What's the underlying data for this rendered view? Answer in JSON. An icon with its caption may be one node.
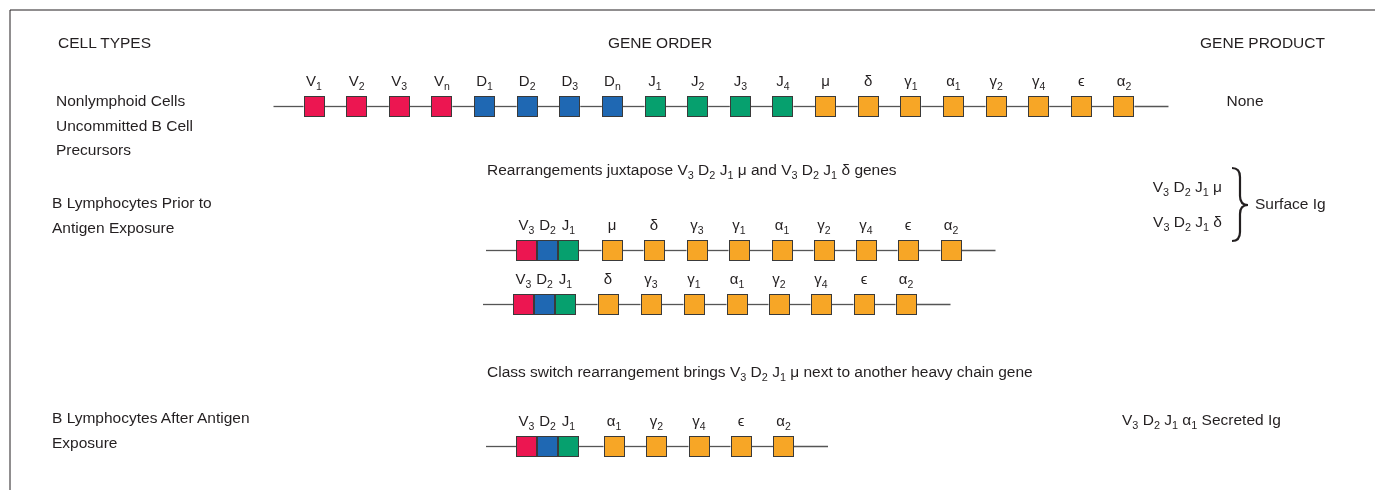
{
  "diagram": {
    "nodes": [
      {
        "text": [
          "V$_{1}$"
        ]
      },
      {
        "text": [
          "V$_{2}$"
        ]
      },
      {
        "text": [
          "V$_{3}$"
        ]
      },
      {
        "text": [
          "V$_{n}$"
        ]
      },
      {
        "text": [
          "D$_{1}$"
        ]
      },
      {
        "text": [
          "D$_{2}$"
        ]
      },
      {
        "text": [
          "D$_{3}$"
        ]
      },
      {
        "text": [
          "D$_{n}$"
        ]
      },
      {
        "text": [
          "J$_{1}$"
        ]
      },
      {
        "text": [
          "J$_{2}$"
        ]
      },
      {
        "text": [
          "J$_{3}$"
        ]
      },
      {
        "text": [
          "J$_{4}$"
        ]
      },
      {
        "text": [
          "μ"
        ]
      },
      {
        "text": [
          "δ"
        ]
      },
      {
        "text": [
          "γ$_{1}$"
        ]
      },
      {
        "text": [
          "α$_{1}$"
        ]
      },
      {
        "text": [
          "γ$_{2}$"
        ]
      },
      {
        "text": [
          "γ$_{4}$"
        ]
      },
      {
        "text": [
          "ϵ"
        ]
      },
      {
        "text": [
          "α$_{2}$"
        ]
      },
      {
        "text": [
          "V$_{3}$"
        ]
      },
      {
        "text": [
          "D$_{2}$"
        ]
      },
      {
        "text": [
          "J$_{1}$"
        ]
      },
      {
        "text": [
          "μ"
        ]
      },
      {
        "text": [
          "δ"
        ]
      },
      {
        "text": [
          "γ$_{3}$"
        ]
      },
      {
        "text": [
          "γ$_{1}$"
        ]
      },
      {
        "text": [
          "α$_{1}$"
        ]
      },
      {
        "text": [
          "γ$_{2}$"
        ]
      },
      {
        "text": [
          "γ$_{4}$"
        ]
      },
      {
        "text": [
          "ϵ"
        ]
      },
      {
        "text": [
          "α$_{2}$"
        ]
      },
      {
        "text": [
          "V$_{3}$"
        ]
      },
      {
        "text": [
          "D$_{2}$"
        ]
      },
      {
        "text": [
          "J$_{1}$"
        ]
      },
      {
        "text": [
          "δ"
        ]
      },
      {
        "text": [
          "γ$_{3}$"
        ]
      },
      {
        "text": [
          "γ$_{1}$"
        ]
      },
      {
        "text": [
          "α$_{1}$"
        ]
      },
      {
        "text": [
          "γ$_{2}$"
        ]
      },
      {
        "text": [
          "γ$_{4}$"
        ]
      },
      {
        "text": [
          "ϵ"
        ]
      },
      {
        "text": [
          "α$_{2}$"
        ]
      },
      {
        "text": [
          "V$_{3}$"
        ]
      },
      {
        "text": [
          "D$_{2}$"
        ]
      },
      {
        "text": [
          "J$_{1}$"
        ]
      },
      {
        "text": [
          "α$_{1}$"
        ]
      },
      {
        "text": [
          "γ$_{2}$"
        ]
      },
      {
        "text": [
          "γ$_{4}$"
        ]
      },
      {
        "text": [
          "ϵ"
        ]
      },
      {
        "text": [
          "α$_{2}$"
        ]
      }
    ],
    "edges": [
      {
        "from": null,
        "to": 0,
        "arrow": "none"
      },
      {
        "from": 0,
        "to": 1,
        "arrow": "none"
      },
      {
        "from": 1,
        "to": 2,
        "arrow": "none"
      },
      {
        "from": 2,
        "to": 3,
        "arrow": "none"
      },
      {
        "from": 3,
        "to": 4,
        "arrow": "none"
      },
      {
        "from": 4,
        "to": 5,
        "arrow": "none"
      },
      {
        "from": 5,
        "to": 6,
        "arrow": "none"
      },
      {
        "from": 6,
        "to": 7,
        "arrow": "none"
      },
      {
        "from": 7,
        "to": 8,
        "arrow": "none"
      },
      {
        "from": 8,
        "to": 9,
        "arrow": "none"
      },
      {
        "from": 9,
        "to": 10,
        "arrow": "none"
      },
      {
        "from": 10,
        "to": 11,
        "arrow": "none"
      },
      {
        "from": 11,
        "to": 12,
        "arrow": "none"
      },
      {
        "from": 12,
        "to": 13,
        "arrow": "none"
      },
      {
        "from": 13,
        "to": 14,
        "arrow": "none"
      },
      {
        "from": 14,
        "to": 15,
        "arrow": "none"
      },
      {
        "from": 15,
        "to": 16,
        "arrow": "none"
      },
      {
        "from": 16,
        "to": 17,
        "arrow": "none"
      },
      {
        "from": 17,
        "to": 18,
        "arrow": "none"
      },
      {
        "from": 18,
        "to": 19,
        "arrow": "none"
      },
      {
        "from": 19,
        "to": null,
        "arrow": "none"
      },
      {
        "from": null,
        "to": 20,
        "arrow": "none"
      },
      {
        "from": 22,
        "to": 23,
        "arrow": "none"
      },
      {
        "from": 23,
        "to": 24,
        "arrow": "none"
      },
      {
        "from": 24,
        "to": 25,
        "arrow": "none"
      },
      {
        "from": 25,
        "to": 26,
        "arrow": "none"
      },
      {
        "from": 26,
        "to": 27,
        "arrow": "none"
      },
      {
        "from": 27,
        "to": 28,
        "arrow": "none"
      },
      {
        "from": 28,
        "to": 29,
        "arrow": "none"
      },
      {
        "from": 29,
        "to": 30,
        "arrow": "none"
      },
      {
        "from": 30,
        "to": 31,
        "arrow": "none"
      },
      {
        "from": 31,
        "to": null,
        "arrow": "none"
      },
      {
        "from": null,
        "to": 32,
        "arrow": "none"
      },
      {
        "from": 34,
        "to": 35,
        "arrow": "none"
      },
      {
        "from": 35,
        "to": 36,
        "arrow": "none"
      },
      {
        "from": 36,
        "to": 37,
        "arrow": "none"
      },
      {
        "from": 37,
        "to": 38,
        "arrow": "none"
      },
      {
        "from": 38,
        "to": 39,
        "arrow": "none"
      },
      {
        "from": 39,
        "to": 40,
        "arrow": "none"
      },
      {
        "from": 40,
        "to": 41,
        "arrow": "none"
      },
      {
        "from": 41,
        "to": 42,
        "arrow": "none"
      },
      {
        "from": 42,
        "to": null,
        "arrow": "none"
      },
      {
        "from": null,
        "to": 43,
        "arrow": "none"
      },
      {
        "from": 45,
        "to": 46,
        "arrow": "none"
      },
      {
        "from": 46,
        "to": 47,
        "arrow": "none"
      },
      {
        "from": 47,
        "to": 48,
        "arrow": "none"
      },
      {
        "from": 48,
        "to": 49,
        "arrow": "none"
      },
      {
        "from": 49,
        "to": 50,
        "arrow": "none"
      },
      {
        "from": 50,
        "to": null,
        "arrow": "none"
      }
    ],
    "labels": [
      "CELL TYPES",
      "GENE ORDER",
      "GENE PRODUCT",
      "Nonlymphoid Cells Uncommitted B Cell Precursors",
      "None",
      "Rearrangements juxtapose V$_{3}$ D$_{2}$ J$_{1}$ μ and V$_{3}$ D$_{2}$ J$_{1}$ δ genes",
      "B Lymphocytes Prior to Antigen Exposure",
      "V$_{3}$ D$_{2}$ J$_{1}$ μ",
      "V$_{3}$ D$_{2}$ J$_{1}$ δ",
      "Surface Ig",
      "Class switch rearrangement brings V$_{3}$ D$_{2}$ J$_{1}$ μ next to another heavy chain gene",
      "B Lymphocytes After Antigen Exposure",
      "V$_{3}$ D$_{2}$ J$_{1}$ α$_{1}$ Secreted Ig"
    ]
  }
}
